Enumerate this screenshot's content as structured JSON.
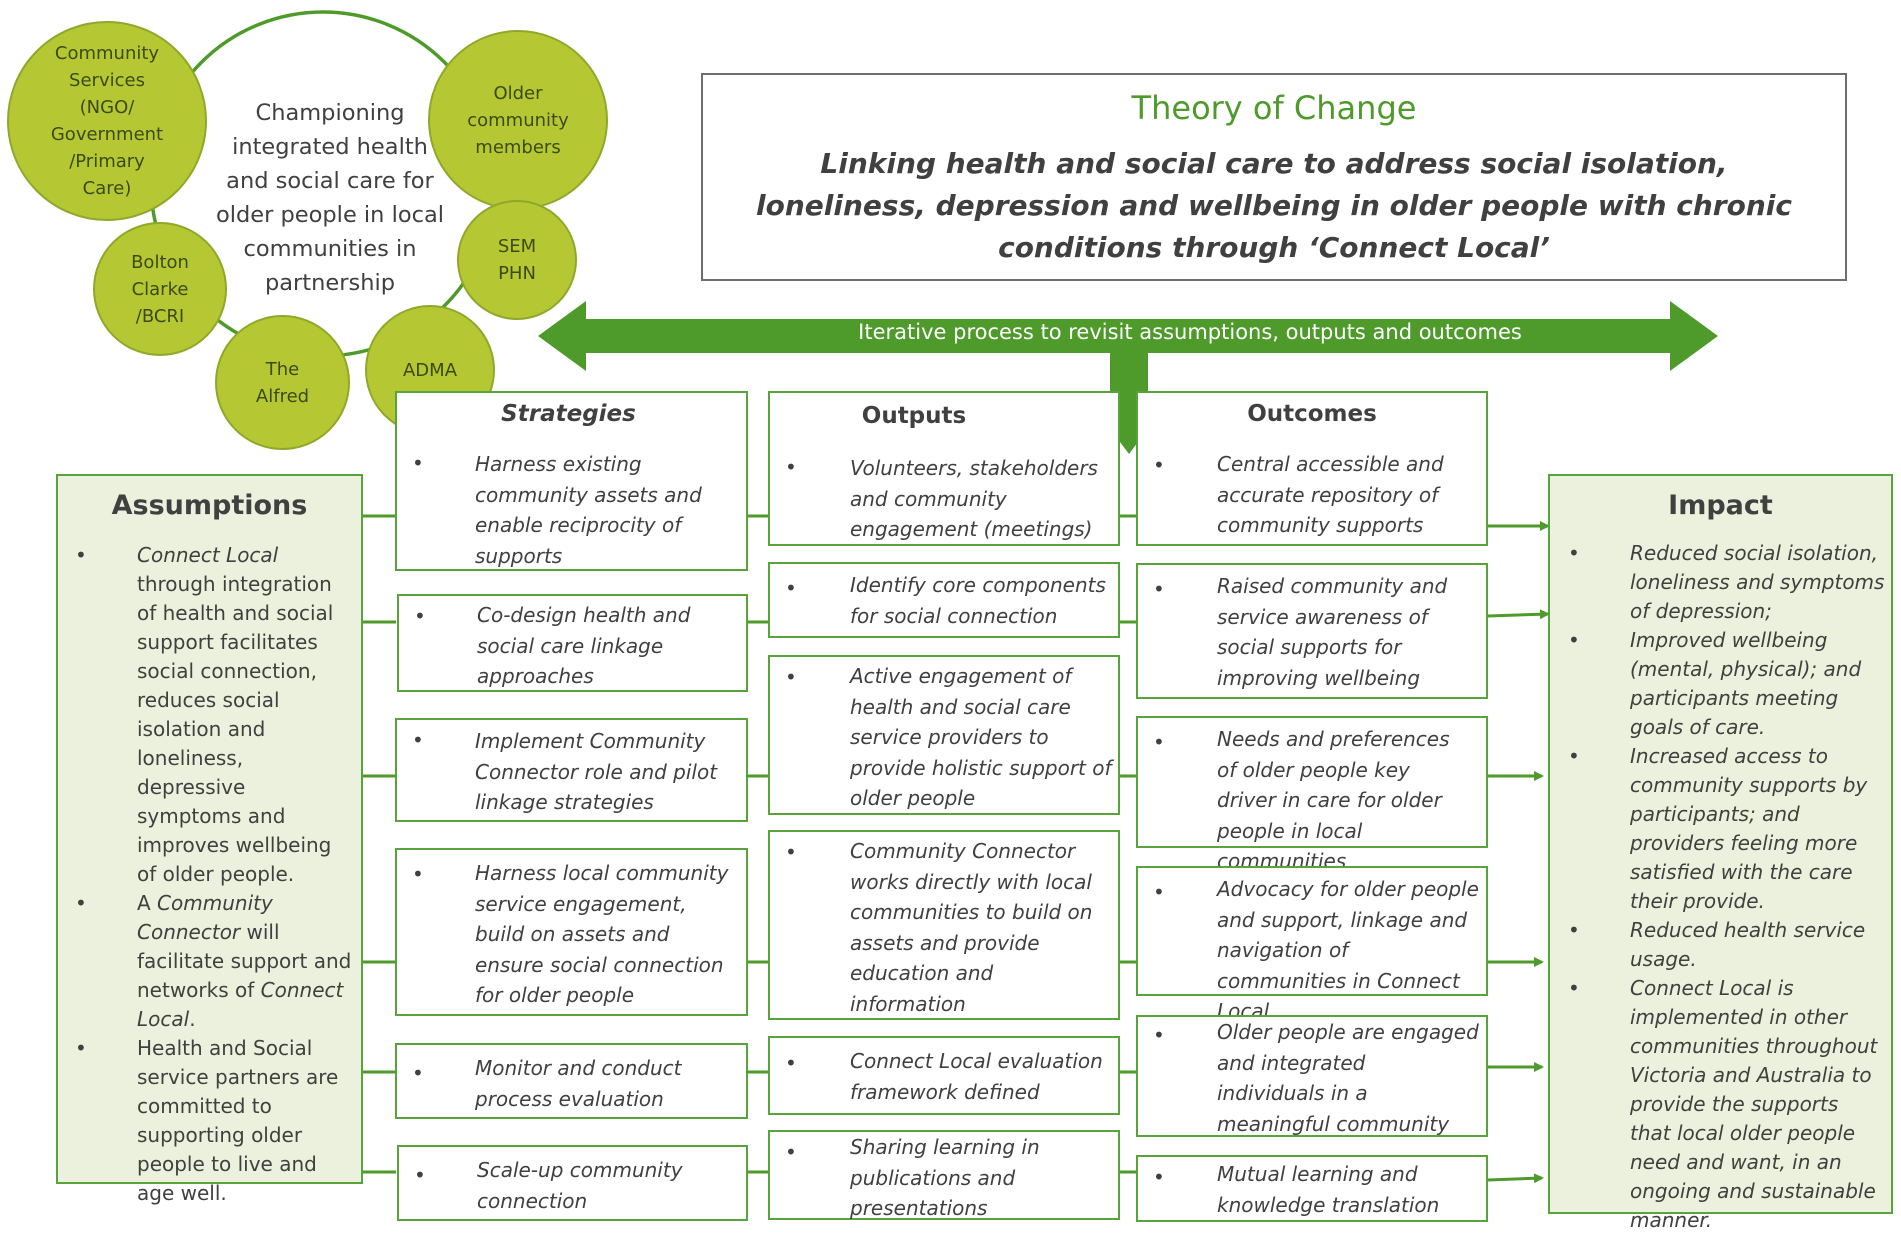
{
  "partners": {
    "hub": "Championing integrated health and social care for older people in local communities in partnership",
    "community_services": "Community Services (NGO/ Government /Primary Care)",
    "older_members": "Older community members",
    "sem_phn": "SEM PHN",
    "adma": "ADMA",
    "alfred": "The Alfred",
    "bolton": "Bolton Clarke /BCRI"
  },
  "toc": {
    "title": "Theory of Change",
    "subtitle": "Linking health and social care to address social isolation, loneliness, depression and wellbeing in older people with chronic conditions through ‘Connect Local’"
  },
  "arrow_label": "Iterative process to revisit assumptions, outputs and outcomes",
  "bullet": "•",
  "assumptions": {
    "heading": "Assumptions",
    "a1_p1": "Connect Local",
    "a1_p2": " through integration of health and social support facilitates social connection, reduces social isolation and loneliness, depressive symptoms and improves wellbeing of older people.",
    "a2_p1": "A ",
    "a2_p2": "Community Connector",
    "a2_p3": " will facilitate support and networks of ",
    "a2_p4": "Connect Local",
    "a2_p5": ".",
    "a3": "Health and Social service partners are committed to supporting older people to live and age well."
  },
  "strategies": {
    "heading": "Strategies",
    "s1": "Harness existing community assets and enable reciprocity of supports",
    "s2": "Co-design health and social care linkage approaches",
    "s3": "Implement Community Connector role and pilot linkage strategies",
    "s4": "Harness local community service engagement, build on assets and ensure social connection for older people",
    "s5": "Monitor and conduct process evaluation",
    "s6": "Scale-up community connection"
  },
  "outputs": {
    "heading": "Outputs",
    "o1": "Volunteers, stakeholders and community engagement (meetings)",
    "o2": "Identify core components for social connection",
    "o3": "Active engagement of health and social care service providers to provide holistic support of older people",
    "o4": "Community Connector works directly with local communities to build on assets and provide education and information",
    "o5": "Connect Local evaluation framework defined",
    "o6": "Sharing learning in publications and presentations"
  },
  "outcomes": {
    "heading": "Outcomes",
    "c1": "Central accessible and accurate repository of community supports",
    "c2": "Raised community and service awareness of social supports for improving wellbeing",
    "c3": "Needs and preferences of older people key driver in care for older people in local communities",
    "c4": "Advocacy for older people and support, linkage and navigation of communities in Connect Local",
    "c5": "Older people are engaged and integrated individuals in a meaningful community",
    "c6": "Mutual learning and knowledge translation"
  },
  "impact": {
    "heading": "Impact",
    "i1": "Reduced social isolation, loneliness and symptoms of depression;",
    "i2": "Improved wellbeing (mental, physical); and participants meeting goals of care.",
    "i3": "Increased access to community supports by participants; and providers feeling more satisfied with the care their provide.",
    "i4": "Reduced health service usage.",
    "i5": "Connect Local is implemented in other communities throughout Victoria and Australia to provide the supports that local older people need and want, in an ongoing and sustainable manner."
  },
  "colors": {
    "green_dark": "#4e9a2a",
    "green_line": "#58a33b",
    "circle_fill": "#b5c833",
    "panel_fill": "#ebf1dc"
  }
}
